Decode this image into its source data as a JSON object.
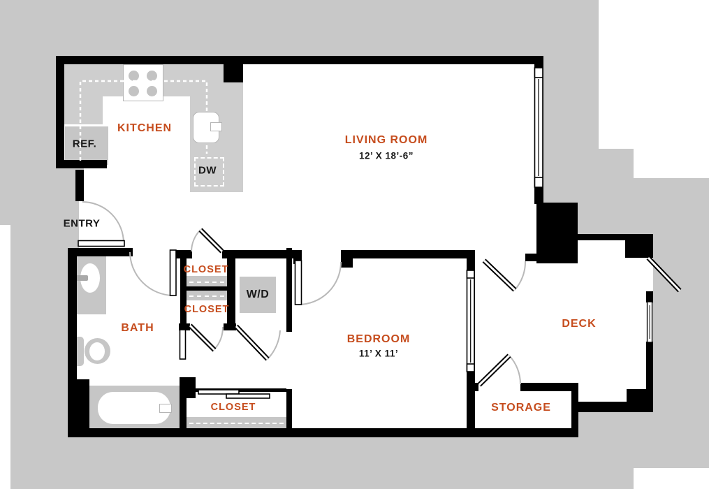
{
  "plan": {
    "type": "apartment-floor-plan",
    "colors": {
      "outside_gray": "#c8c8c8",
      "wall_black": "#000000",
      "counter_gray": "#cecece",
      "fixture_gray": "#c6c6c6",
      "room_label_orange": "#c64d1e",
      "dimension_black": "#1a1a1a",
      "door_swing_gray": "#b9b9b9"
    },
    "rooms": {
      "kitchen": {
        "label": "KITCHEN"
      },
      "living_room": {
        "label": "LIVING ROOM",
        "dimensions": "12’ X 18’-6”"
      },
      "entry": {
        "label": "ENTRY"
      },
      "bath": {
        "label": "BATH"
      },
      "closet_upper": {
        "label": "CLOSET"
      },
      "closet_middle": {
        "label": "CLOSET"
      },
      "closet_bedroom": {
        "label": "CLOSET"
      },
      "bedroom": {
        "label": "BEDROOM",
        "dimensions": "11’ X 11’"
      },
      "deck": {
        "label": "DECK"
      },
      "storage": {
        "label": "STORAGE"
      }
    },
    "appliances": {
      "refrigerator": {
        "label": "REF."
      },
      "dishwasher": {
        "label": "DW"
      },
      "washer_dryer": {
        "label": "W/D"
      }
    }
  }
}
